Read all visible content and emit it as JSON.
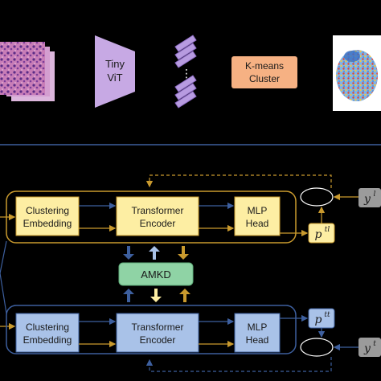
{
  "stage1": {
    "vit_line1": "Tiny",
    "vit_line2": "ViT",
    "dots": "⋮",
    "kmeans_line1": "K-means",
    "kmeans_line2": "Cluster"
  },
  "upper": {
    "clustering_line1": "Clustering",
    "clustering_line2": "Embedding",
    "transformer_line1": "Transformer",
    "transformer_line2": "Encoder",
    "mlp_line1": "MLP",
    "mlp_line2": "Head",
    "p_base": "p",
    "p_sup": "tl",
    "y_base": "y",
    "y_sup": "l"
  },
  "amkd": {
    "label": "AMKD"
  },
  "lower": {
    "clustering_line1": "Clustering",
    "clustering_line2": "Embedding",
    "transformer_line1": "Transformer",
    "transformer_line2": "Encoder",
    "mlp_line1": "MLP",
    "mlp_line2": "Head",
    "p_base": "p",
    "p_sup": "tt",
    "y_base": "y",
    "y_sup": "t"
  },
  "colors": {
    "background": "#000000",
    "upper_box": "#fdeea3",
    "lower_box": "#a9c2e8",
    "amkd": "#8fd3a5",
    "kmeans": "#f6b183",
    "vit": "#c7a9e4",
    "gold_line": "#c99a2e",
    "blue_line": "#3d5f9e",
    "grey_box": "#9b9b9b"
  }
}
